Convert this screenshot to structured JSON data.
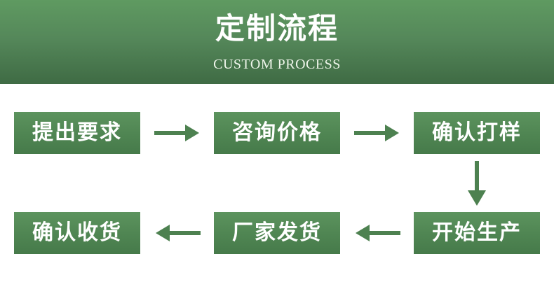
{
  "header": {
    "title": "定制流程",
    "subtitle": "CUSTOM PROCESS"
  },
  "steps": [
    {
      "label": "提出要求"
    },
    {
      "label": "咨询价格"
    },
    {
      "label": "确认打样"
    },
    {
      "label": "开始生产"
    },
    {
      "label": "厂家发货"
    },
    {
      "label": "确认收货"
    }
  ],
  "colors": {
    "header_green": "#5a8f5d",
    "box_green": "#4f8552",
    "arrow_green": "#4d8150",
    "text": "#ffffff"
  }
}
